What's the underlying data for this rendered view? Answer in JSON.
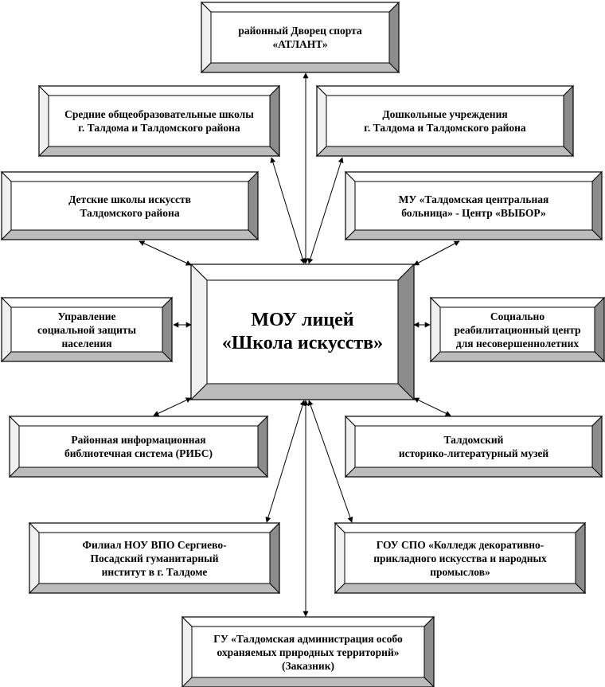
{
  "center": {
    "line1": "МОУ лицей",
    "line2": "«Школа искусств»"
  },
  "nodes": {
    "atlant": {
      "label": "районный Дворец спорта\n«АТЛАНТ»"
    },
    "schools": {
      "label": "Средние общеобразовательные школы\nг. Талдома и Талдомского района"
    },
    "preschool": {
      "label": "Дошкольные учреждения\nг. Талдома и Талдомского района"
    },
    "art_schools": {
      "label": "Детские школы искусств\nТалдомского района"
    },
    "hospital": {
      "label": "МУ «Талдомская центральная\nбольница» - Центр «ВЫБОР»"
    },
    "social_protection": {
      "label": "Управление\nсоциальной защиты\nнаселения"
    },
    "rehab_center": {
      "label": "Социально\nреабилитационный центр\nдля несовершеннолетних"
    },
    "library": {
      "label": "Районная информационная\nбиблиотечная система (РИБС)"
    },
    "museum": {
      "label": "Талдомский\nисторико-литературный музей"
    },
    "institute": {
      "label": "Филиал НОУ ВПО Сергиево-\nПосадский гуманитарный\nинститут в г. Талдоме"
    },
    "college": {
      "label": "ГОУ СПО «Колледж декоративно-\nприкладного искусства и народных\nпромыслов»"
    },
    "reserve": {
      "label": "ГУ «Талдомская администрация особо\nохраняемых природных территорий»\n(Заказник)"
    }
  }
}
